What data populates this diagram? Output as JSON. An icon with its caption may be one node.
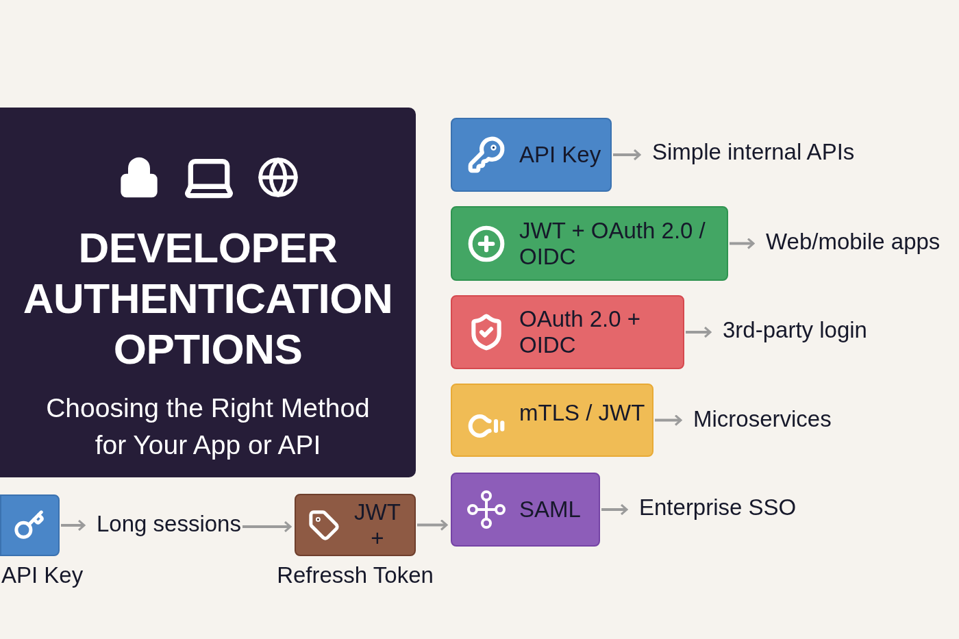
{
  "diagram": {
    "nodes": [
      {
        "text": [
          "DEVELOPER AUTHENTICATION OPTIONS",
          "Choosing the Right Method for Your App or API"
        ]
      },
      {
        "text": [
          "API Key"
        ]
      },
      {
        "text": [
          "Simple internal APIs"
        ]
      },
      {
        "text": [
          "JWT + OAuth 2.0 / OIDC"
        ]
      },
      {
        "text": [
          "Web/mobile apps"
        ]
      },
      {
        "text": [
          "OAuth 2.0 + OIDC"
        ]
      },
      {
        "text": [
          "3rd-party login"
        ]
      },
      {
        "text": [
          "mTLS / JWT"
        ]
      },
      {
        "text": [
          "Microservices"
        ]
      },
      {
        "text": [
          "SAML"
        ]
      },
      {
        "text": [
          "Enterprise SSO"
        ]
      },
      {
        "text": [
          "API Key"
        ]
      },
      {
        "text": [
          "Long sessions"
        ]
      },
      {
        "text": [
          "JWT +",
          "Refressh Token"
        ]
      }
    ],
    "edges": [
      {
        "from": 1,
        "to": 2,
        "arrow": "to"
      },
      {
        "from": 3,
        "to": 4,
        "arrow": "to"
      },
      {
        "from": 5,
        "to": 6,
        "arrow": "to"
      },
      {
        "from": 7,
        "to": 8,
        "arrow": "to"
      },
      {
        "from": 9,
        "to": 10,
        "arrow": "to"
      },
      {
        "from": 11,
        "to": 12,
        "arrow": "to"
      },
      {
        "from": 12,
        "to": 13,
        "arrow": "to"
      },
      {
        "from": 13,
        "to": 9,
        "arrow": "to"
      }
    ]
  }
}
